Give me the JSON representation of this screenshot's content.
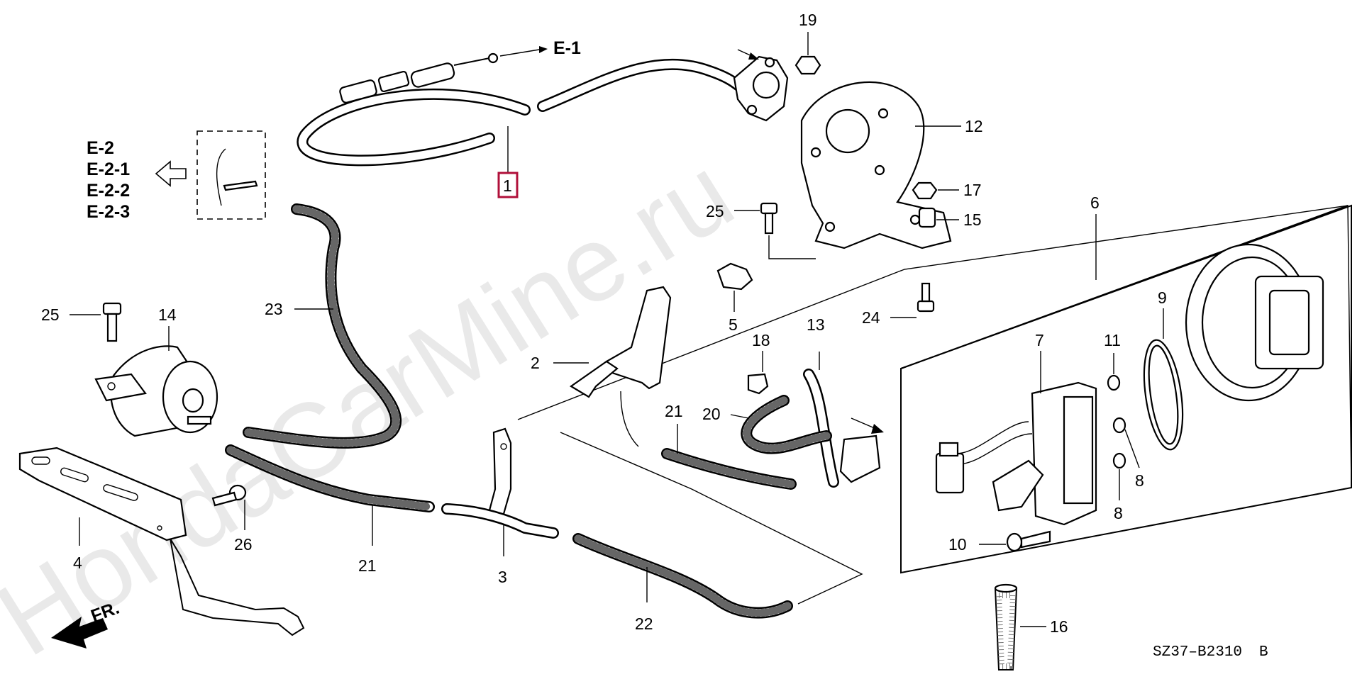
{
  "watermark": "HondaCarMine.ru",
  "diagram_code": "SZ37–B2310",
  "diagram_rev": "B",
  "front_label": "FR.",
  "refs": {
    "e1": "E-1",
    "e2": "E-2",
    "e2_1": "E-2-1",
    "e2_2": "E-2-2",
    "e2_3": "E-2-3"
  },
  "highlight_color": "#b0103a",
  "callouts": {
    "p1": "1",
    "p2": "2",
    "p3": "3",
    "p4": "4",
    "p5": "5",
    "p6": "6",
    "p7": "7",
    "p8a": "8",
    "p8b": "8",
    "p9": "9",
    "p10": "10",
    "p11": "11",
    "p12": "12",
    "p13": "13",
    "p14": "14",
    "p15": "15",
    "p16": "16",
    "p17": "17",
    "p18": "18",
    "p19": "19",
    "p20": "20",
    "p21a": "21",
    "p21b": "21",
    "p22": "22",
    "p23": "23",
    "p24": "24",
    "p25a": "25",
    "p25b": "25",
    "p26": "26"
  }
}
